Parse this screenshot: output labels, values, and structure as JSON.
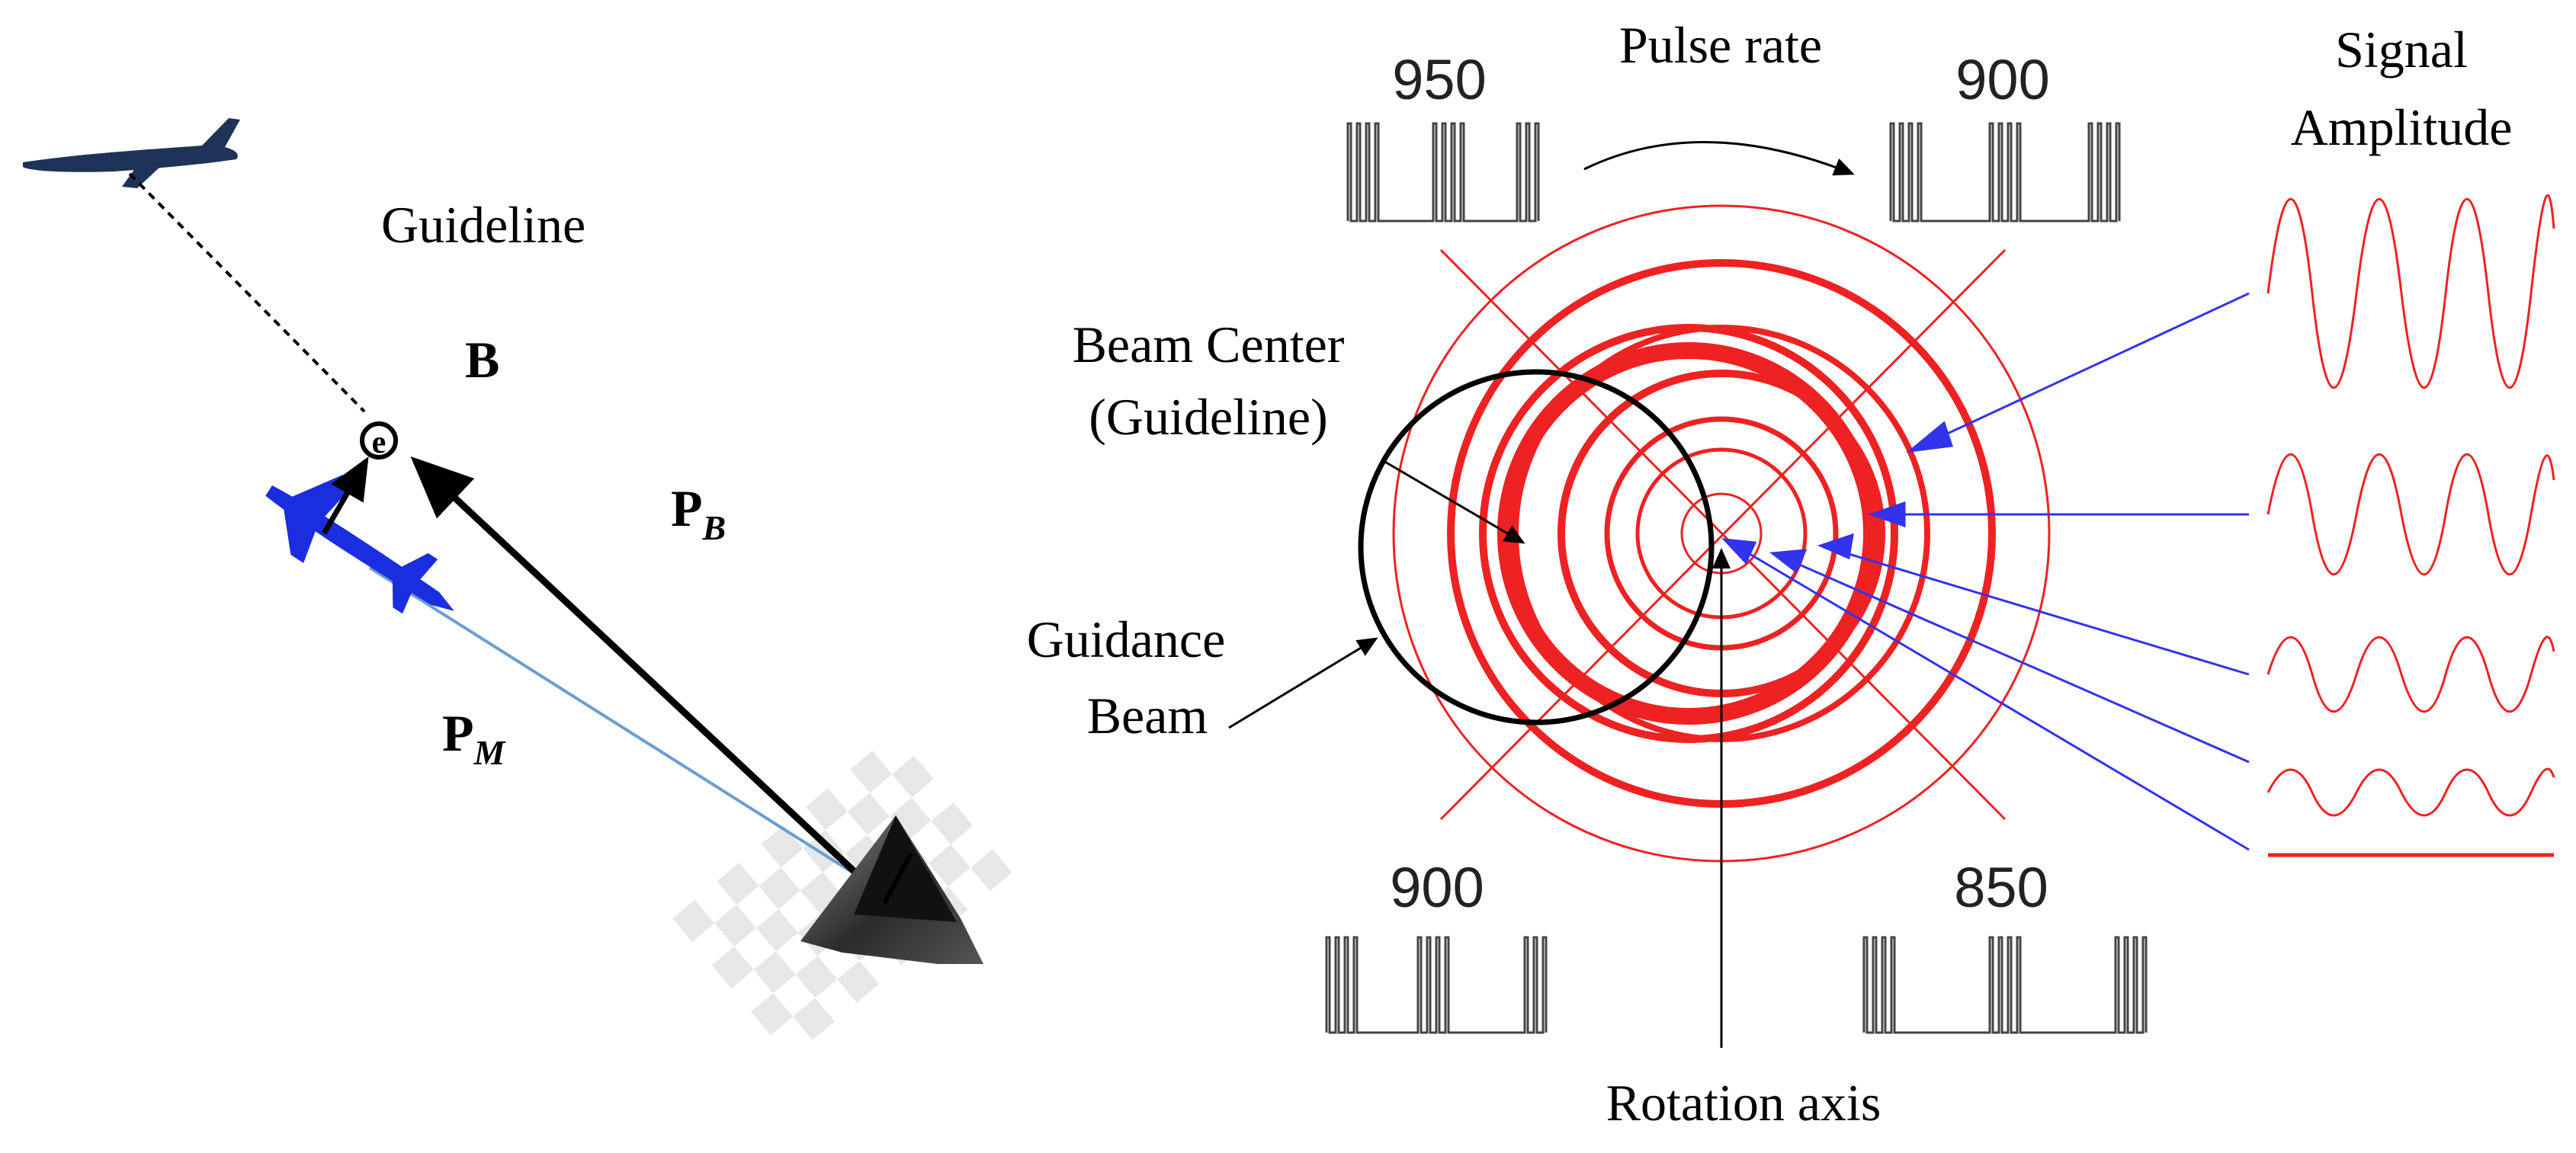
{
  "left_diagram": {
    "guideline_label": "Guideline",
    "point_label": "B",
    "pb_main": "P",
    "pb_sub": "B",
    "pm_main": "P",
    "pm_sub": "M",
    "point_marker": "e"
  },
  "right_diagram": {
    "pulse_rate_label": "Pulse rate",
    "signal_amplitude_line1": "Signal",
    "signal_amplitude_line2": "Amplitude",
    "beam_center_line1": "Beam Center",
    "beam_center_line2": "(Guideline)",
    "guidance_beam_line1": "Guidance",
    "guidance_beam_line2": "Beam",
    "rotation_axis_label": "Rotation axis",
    "pulse_top_left": "950",
    "pulse_top_right": "900",
    "pulse_bottom_left": "900",
    "pulse_bottom_right": "850"
  },
  "colors": {
    "ring_red": "#ee2222",
    "pointer_blue": "#3333ee",
    "aircraft_navy": "#1f3358",
    "missile_blue": "#1a2ee0",
    "pm_line_blue": "#6a9fd0"
  }
}
